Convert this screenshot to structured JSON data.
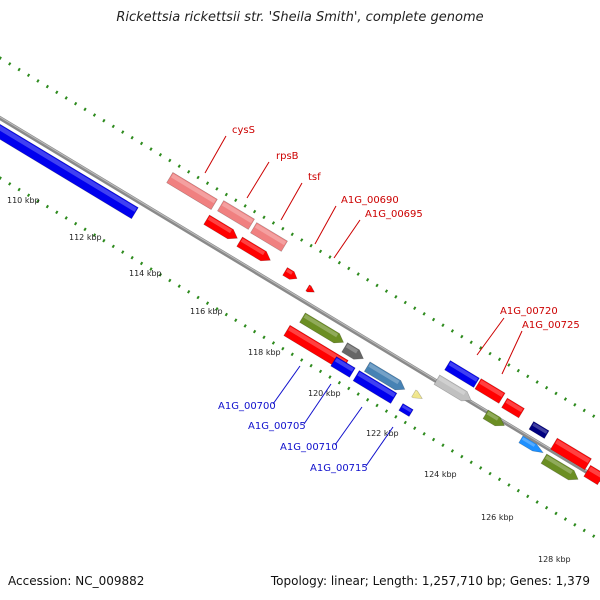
{
  "title": "Rickettsia rickettsii str. 'Sheila Smith', complete genome",
  "footer": {
    "accession": "Accession: NC_009882",
    "summary": "Topology: linear; Length: 1,257,710 bp; Genes: 1,379"
  },
  "colors": {
    "backbone": "#8a8a8a",
    "tick_green": "#2e8b1e",
    "label_red": "#cc0000",
    "label_blue": "#1010cc"
  },
  "ruler": {
    "ticks": [
      "110 kbp",
      "112 kbp",
      "114 kbp",
      "116 kbp",
      "118 kbp",
      "120 kbp",
      "122 kbp",
      "124 kbp",
      "126 kbp",
      "128 kbp"
    ]
  },
  "forward_labels": [
    {
      "name": "cysS",
      "color": "#cc0000"
    },
    {
      "name": "rpsB",
      "color": "#cc0000"
    },
    {
      "name": "tsf",
      "color": "#cc0000"
    },
    {
      "name": "A1G_00690",
      "color": "#cc0000"
    },
    {
      "name": "A1G_00695",
      "color": "#cc0000"
    },
    {
      "name": "A1G_00720",
      "color": "#cc0000"
    },
    {
      "name": "A1G_00725",
      "color": "#cc0000"
    }
  ],
  "reverse_labels": [
    {
      "name": "A1G_00700",
      "color": "#1010cc"
    },
    {
      "name": "A1G_00705",
      "color": "#1010cc"
    },
    {
      "name": "A1G_00710",
      "color": "#1010cc"
    },
    {
      "name": "A1G_00715",
      "color": "#1010cc"
    }
  ],
  "features": [
    {
      "name": "blue-left",
      "color": "#0000ee"
    },
    {
      "name": "cysS-feature",
      "color": "#f08080"
    },
    {
      "name": "cysS-cds",
      "color": "#ff0000"
    },
    {
      "name": "rpsB-feature",
      "color": "#f08080"
    },
    {
      "name": "rpsB-cds",
      "color": "#ff0000"
    },
    {
      "name": "tsf-feature",
      "color": "#f08080"
    },
    {
      "name": "tsf-cds",
      "color": "#ff0000"
    },
    {
      "name": "a1g00690-cds",
      "color": "#ff0000"
    },
    {
      "name": "a1g00695-cds",
      "color": "#ff0000"
    },
    {
      "name": "a1g00700-feature",
      "color": "#6b8e23"
    },
    {
      "name": "a1g00700-cds",
      "color": "#0000ee"
    },
    {
      "name": "a1g00705-feature",
      "color": "#666666"
    },
    {
      "name": "a1g00705-cds",
      "color": "#0000ee"
    },
    {
      "name": "a1g00710-feature",
      "color": "#4682b4"
    },
    {
      "name": "a1g00710-cds",
      "color": "#0000ee"
    },
    {
      "name": "a1g00715-feature",
      "color": "#f0e68c"
    },
    {
      "name": "a1g00715-cds",
      "color": "#0000ee"
    },
    {
      "name": "a1g00720-feature",
      "color": "#c0c0c0"
    },
    {
      "name": "a1g00720-cds",
      "color": "#ff0000"
    },
    {
      "name": "a1g00725-feature",
      "color": "#6b8e23"
    },
    {
      "name": "a1g00725-cds",
      "color": "#ff0000"
    },
    {
      "name": "navy-right",
      "color": "#000080"
    },
    {
      "name": "small-skyblue",
      "color": "#1e90ff"
    },
    {
      "name": "small-red-arrows",
      "color": "#ff0000"
    },
    {
      "name": "right-olive",
      "color": "#6b8e23"
    },
    {
      "name": "right-red",
      "color": "#ff0000"
    },
    {
      "name": "right-navy",
      "color": "#000080"
    }
  ]
}
